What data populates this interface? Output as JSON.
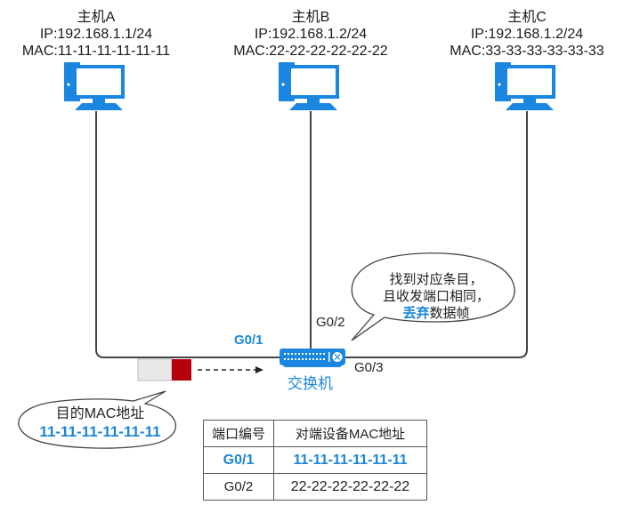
{
  "hosts": [
    {
      "name": "主机A",
      "ip": "IP:192.168.1.1/24",
      "mac": "MAC:11-11-11-11-11-11"
    },
    {
      "name": "主机B",
      "ip": "IP:192.168.1.2/24",
      "mac": "MAC:22-22-22-22-22-22"
    },
    {
      "name": "主机C",
      "ip": "IP:192.168.1.2/24",
      "mac": "MAC:33-33-33-33-33-33"
    }
  ],
  "switch": {
    "label": "交换机",
    "ports": {
      "g01": "G0/1",
      "g02": "G0/2",
      "g03": "G0/3"
    }
  },
  "switch_bubble": {
    "line1": "找到对应条目，",
    "line2": "且收发端口相同，",
    "line3_highlight": "丢弃",
    "line3_rest": "数据帧"
  },
  "frame_bubble": {
    "label": "目的MAC地址",
    "mac": "11-11-11-11-11-11"
  },
  "mac_table": {
    "headers": [
      "端口编号",
      "对端设备MAC地址"
    ],
    "rows": [
      {
        "port": "G0/1",
        "mac": "11-11-11-11-11-11",
        "highlight": true
      },
      {
        "port": "G0/2",
        "mac": "22-22-22-22-22-22",
        "highlight": false
      }
    ]
  },
  "colors": {
    "accent_blue": "#1a86d9",
    "frame_header_red": "#b5000e",
    "frame_body_gray": "#e8e8e8",
    "wire": "#444444"
  }
}
